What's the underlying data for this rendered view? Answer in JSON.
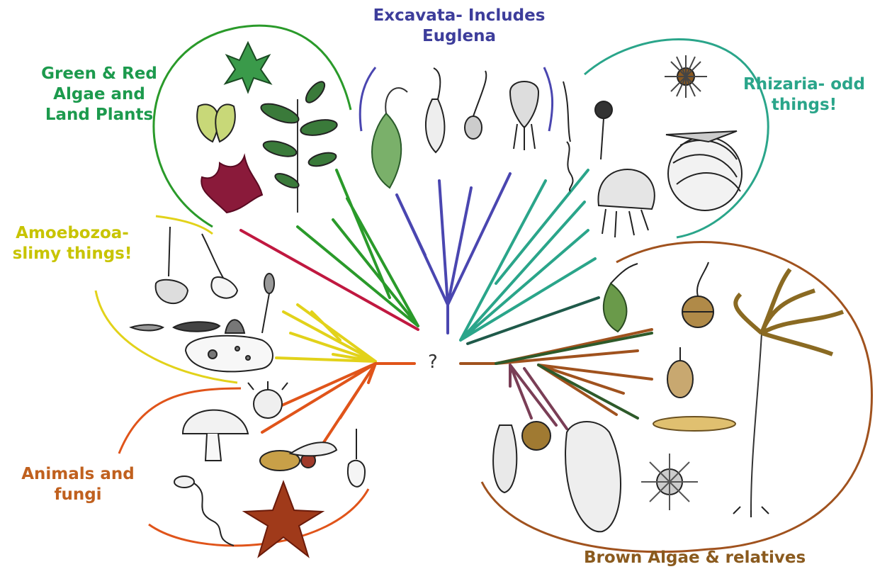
{
  "center_label": "?",
  "groups": {
    "excavata": {
      "lines": [
        "Excavata- Includes",
        "Euglena"
      ],
      "color": "#3d3d9b"
    },
    "plants": {
      "lines": [
        "Green & Red",
        "Algae and",
        "Land Plants"
      ],
      "color": "#1c9a4d"
    },
    "rhizaria": {
      "lines": [
        "Rhizaria- odd",
        "things!"
      ],
      "color": "#2aa58a"
    },
    "amoebozoa": {
      "lines": [
        "Amoebozoa-",
        "slimy things!"
      ],
      "color": "#c8c400"
    },
    "animals": {
      "lines": [
        "Animals and",
        "fungi"
      ],
      "color": "#c0601e"
    },
    "brown": {
      "lines": [
        "Brown Algae & relatives"
      ],
      "color": "#8a5a1e"
    }
  },
  "branch_colors": {
    "plants": "#2a9a2a",
    "red": "#c01840",
    "excavata": "#4a46b0",
    "rhizaria": "#2aa58a",
    "amoebozoa": "#e2d21a",
    "animals": "#e0541a",
    "brown": "#a0521e",
    "brown_dark": "#2e5a2a",
    "brown_purple": "#7a3e56"
  }
}
